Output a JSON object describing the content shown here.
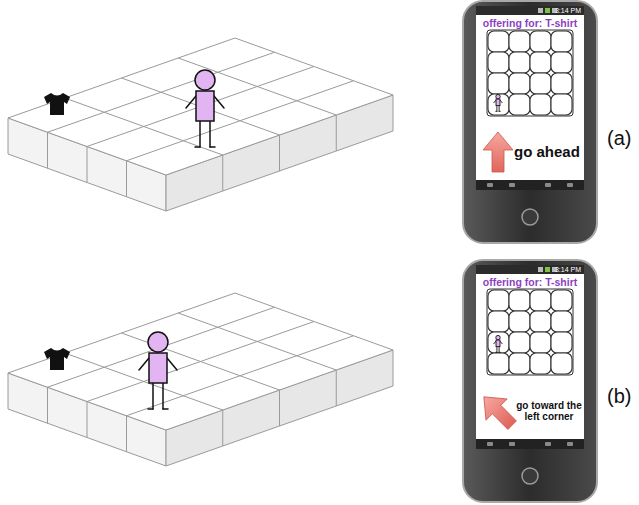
{
  "diagram": {
    "nodes": [
      {
        "text": [
          "3:14 PM",
          "offering for: T-shirt",
          "go ahead"
        ]
      },
      {
        "text": [
          "3:14 PM",
          "offering for: T-shirt",
          "go toward the left corner"
        ]
      }
    ],
    "labels": [
      "(a)",
      "(b)"
    ]
  }
}
